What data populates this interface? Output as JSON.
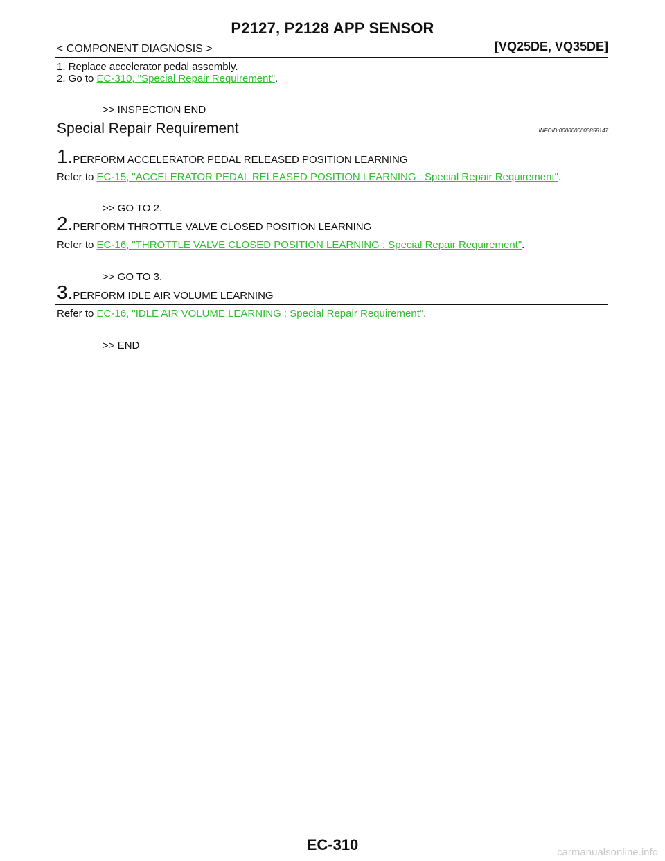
{
  "header": {
    "title": "P2127, P2128 APP SENSOR",
    "left": "< COMPONENT DIAGNOSIS >",
    "right": "[VQ25DE, VQ35DE]"
  },
  "intro": {
    "item1": "1.   Replace accelerator pedal assembly.",
    "item2_prefix": "2.   Go to ",
    "item2_link": "EC-310, \"Special Repair Requirement\"",
    "item2_suffix": ".",
    "result": ">> INSPECTION END"
  },
  "section": {
    "title": "Special Repair Requirement",
    "infoid": "INFOID:0000000003858147"
  },
  "steps": [
    {
      "num": "1.",
      "title": "PERFORM ACCELERATOR PEDAL RELEASED POSITION LEARNING",
      "refer_prefix": "Refer to ",
      "link": "EC-15, \"ACCELERATOR PEDAL RELEASED POSITION LEARNING : Special Repair Requirement\"",
      "refer_suffix": ".",
      "result": ">> GO TO 2."
    },
    {
      "num": "2.",
      "title": "PERFORM THROTTLE VALVE CLOSED POSITION LEARNING",
      "refer_prefix": "Refer to ",
      "link": "EC-16, \"THROTTLE VALVE CLOSED POSITION LEARNING : Special Repair Requirement\"",
      "refer_suffix": ".",
      "result": ">> GO TO 3."
    },
    {
      "num": "3.",
      "title": "PERFORM IDLE AIR VOLUME LEARNING",
      "refer_prefix": "Refer to ",
      "link": "EC-16, \"IDLE AIR VOLUME LEARNING : Special Repair Requirement\"",
      "refer_suffix": ".",
      "result": ">> END"
    }
  ],
  "footer": {
    "page_code": "EC-310",
    "watermark": "carmanualsonline.info"
  },
  "colors": {
    "link": "#2fbf2f",
    "text": "#111111",
    "watermark": "#c8c8c8"
  }
}
